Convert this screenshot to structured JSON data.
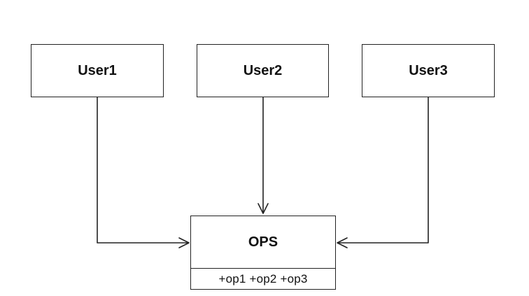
{
  "diagram": {
    "users": [
      {
        "label": "User1"
      },
      {
        "label": "User2"
      },
      {
        "label": "User3"
      }
    ],
    "ops_class": {
      "name": "OPS",
      "operations": "+op1 +op2 +op3"
    },
    "edges": [
      {
        "from": "User1",
        "to": "OPS"
      },
      {
        "from": "User2",
        "to": "OPS"
      },
      {
        "from": "User3",
        "to": "OPS"
      }
    ],
    "colors": {
      "line": "#222222",
      "text": "#111111",
      "background": "#ffffff"
    }
  }
}
